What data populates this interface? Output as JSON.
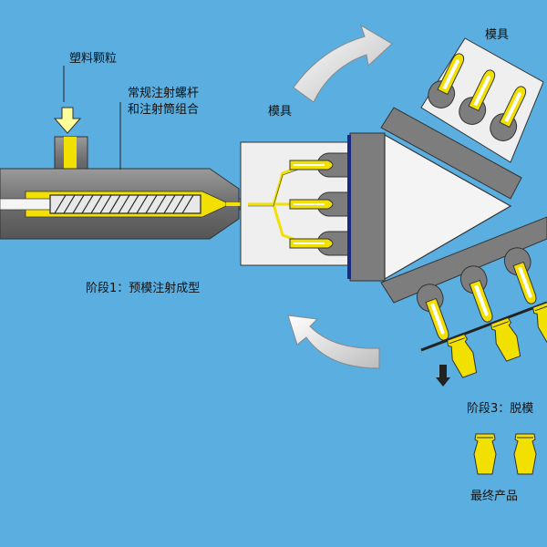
{
  "labels": {
    "pellets": "塑料颗粒",
    "screw_line1": "常规注射螺杆",
    "screw_line2": "和注射筒组合",
    "mold_left": "模具",
    "mold_right": "模具",
    "stage1": "阶段1：预模注射成型",
    "stage3": "阶段3：脱模",
    "final_product": "最终产品"
  },
  "colors": {
    "background": "#5aaee0",
    "plastic": "#f2e000",
    "barrel": "#7d7d7d",
    "mold": "#efefef",
    "arrow": "#ffffff"
  }
}
